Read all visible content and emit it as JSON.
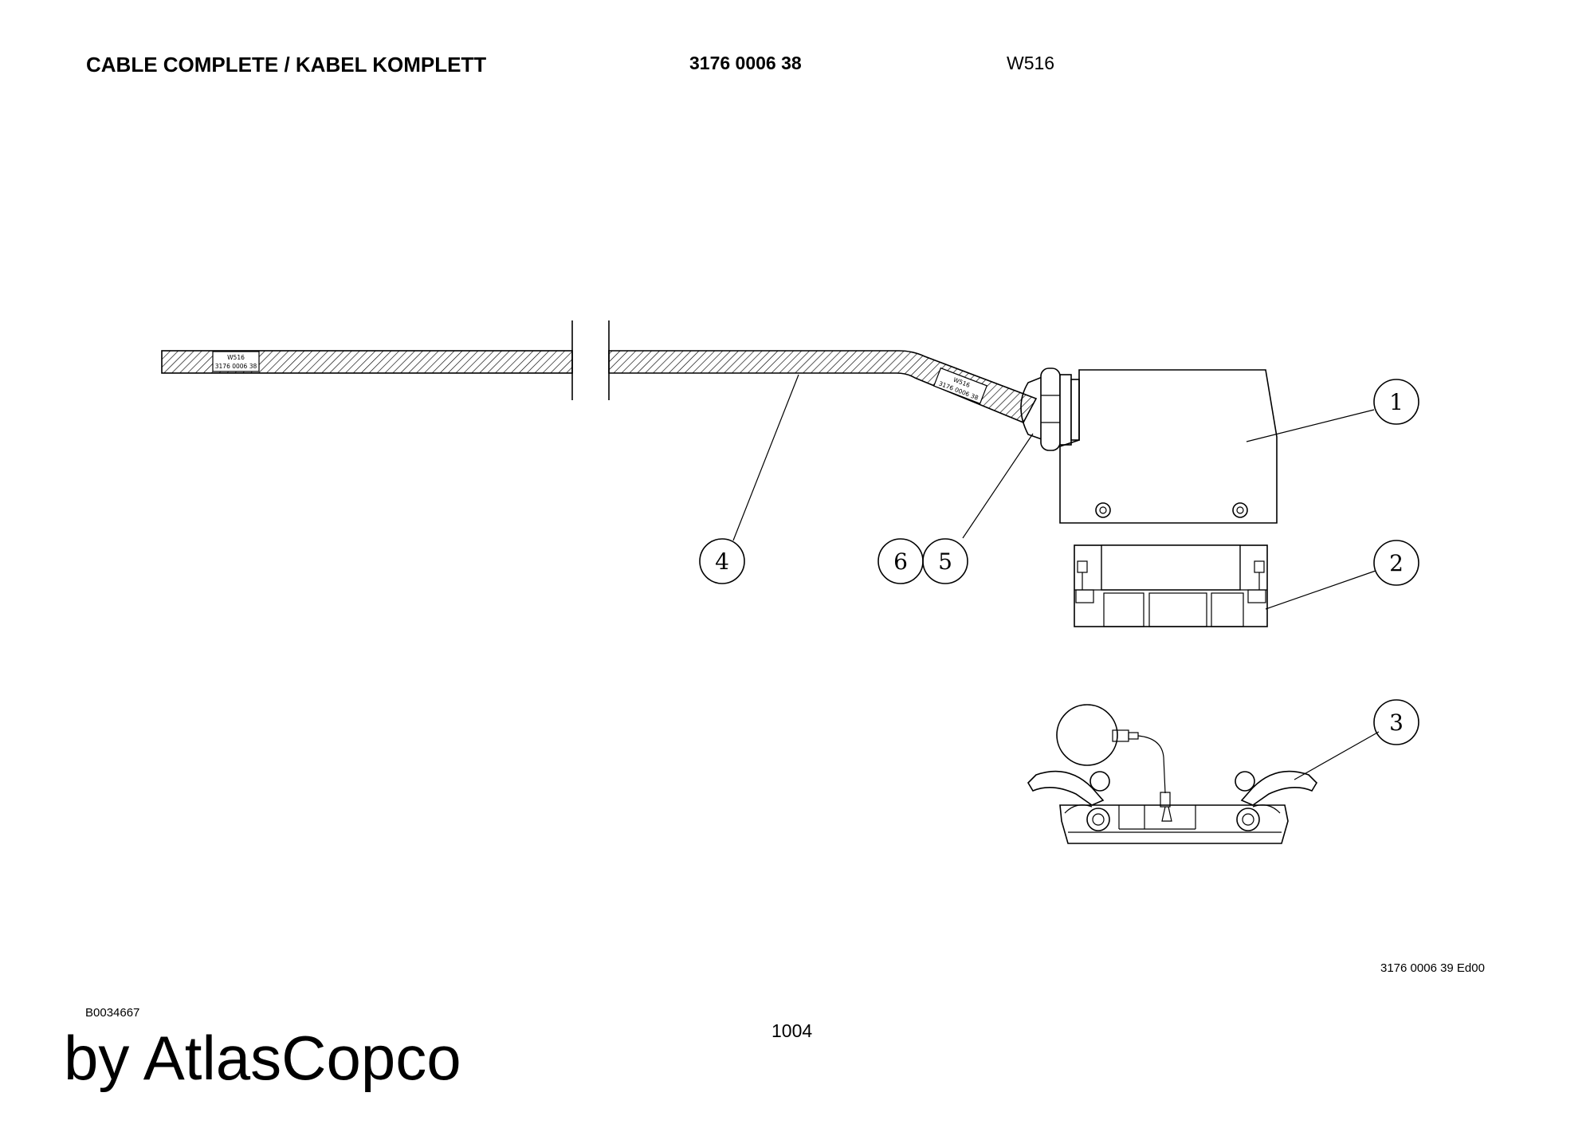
{
  "header": {
    "title": "CABLE COMPLETE / KABEL KOMPLETT",
    "part_number": "3176 0006 38",
    "code": "W516"
  },
  "cable_labels": [
    {
      "line1": "W516",
      "line2": "3176 0006 38"
    },
    {
      "line1": "W516",
      "line2": "3176 0006 38"
    }
  ],
  "callouts": [
    "1",
    "2",
    "3",
    "4",
    "5",
    "6"
  ],
  "footer": {
    "drawing_ref": "3176 0006 39 Ed00",
    "b_number": "B0034667",
    "page": "1004",
    "brand": "by AtlasCopco"
  }
}
